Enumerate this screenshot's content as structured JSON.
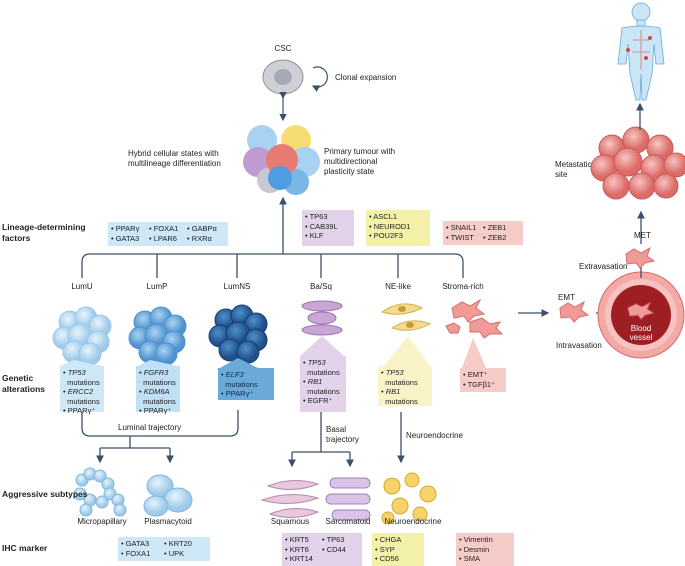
{
  "top": {
    "csc": "CSC",
    "clonal": "Clonal expansion",
    "hybrid": [
      "Hybrid cellular states with",
      "multilineage differentiation"
    ],
    "primary": [
      "Primary tumour with",
      "multidirectional",
      "plasticity state"
    ]
  },
  "rows": {
    "lineage": [
      "Lineage-determining",
      "factors"
    ],
    "genetic": [
      "Genetic",
      "alterations"
    ],
    "aggressive": "Aggressive subtypes",
    "ihc": "IHC marker"
  },
  "lineage_boxes": {
    "luminal": [
      "• PPARγ",
      "• FOXA1",
      "• GABPα",
      "• GATA3",
      "• LPAR6",
      "• RXRα"
    ],
    "basal": [
      "• TP63",
      "• CAB39L",
      "• KLF"
    ],
    "ne": [
      "• ASCL1",
      "• NEUROD1",
      "• POU2F3"
    ],
    "stroma": [
      "• SNAIL1",
      "• ZEB1",
      "• TWIST",
      "• ZEB2"
    ]
  },
  "subtypes": [
    "LumU",
    "LumP",
    "LumNS",
    "Ba/Sq",
    "NE-like",
    "Stroma-rich"
  ],
  "genetic": {
    "lumu": [
      "TP53",
      "mutations",
      "ERCC2",
      "mutations",
      "PPARγ⁺"
    ],
    "lump": [
      "FGFR3",
      "mutations",
      "KDM6A",
      "mutations",
      "PPARγ⁺"
    ],
    "lumns": [
      "ELF3",
      "mutations",
      "PPARγ⁺"
    ],
    "basq": [
      "TP53",
      "mutations",
      "RB1",
      "mutations",
      "EGFR⁺"
    ],
    "ne": [
      "TP53",
      "mutations",
      "RB1",
      "mutations"
    ],
    "stroma": [
      "EMT⁺",
      "TGFβ1⁺"
    ]
  },
  "trajectories": {
    "luminal": "Luminal trajectory",
    "basal": [
      "Basal",
      "trajectory"
    ],
    "neuro": "Neuroendocrine"
  },
  "aggressive": [
    "Micropapillary",
    "Plasmacytoid",
    "Squamous",
    "Sarcomatoid",
    "Neuroendocrine"
  ],
  "ihc": {
    "luminal": [
      "• GATA3",
      "• KRT20",
      "• FOXA1",
      "• UPK"
    ],
    "basal": [
      "• KRT5",
      "• TP63",
      "• KRT6",
      "• CD44",
      "• KRT14"
    ],
    "ne": [
      "• CHGA",
      "• SYP",
      "• CD56"
    ],
    "stroma": [
      "• Vimentin",
      "• Desmin",
      "• SMA"
    ]
  },
  "metastasis": {
    "emt": "EMT",
    "met": "MET",
    "extravasation": "Extravasation",
    "intravasation": "Intravasation",
    "blood_vessel": [
      "Blood",
      "vessel"
    ],
    "site": [
      "Metastatic",
      "site"
    ]
  },
  "colors": {
    "line": "#3a5169",
    "blue": "#cfe8f7",
    "dark_blue": "#2f6db0",
    "purple": "#e3d3ea",
    "yellow": "#f3f0a8",
    "pink": "#f5ccc8",
    "red": "#e27070"
  }
}
